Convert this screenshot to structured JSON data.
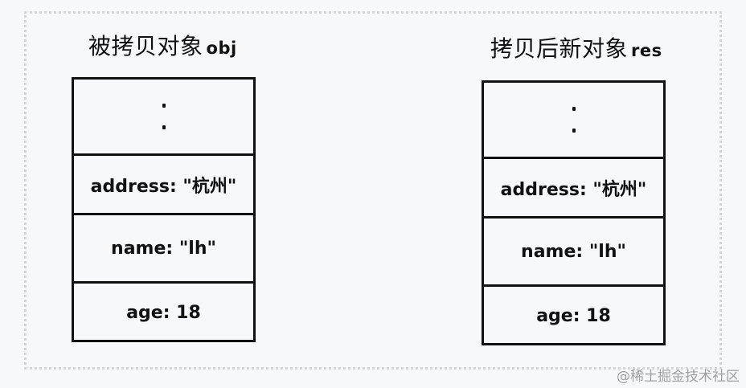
{
  "left": {
    "title": "被拷贝对象",
    "title_code": "obj",
    "rows": [
      "address: \"杭州\"",
      "name: \"lh\"",
      "age: 18"
    ]
  },
  "right": {
    "title": "拷贝后新对象",
    "title_code": "res",
    "rows": [
      "address: \"杭州\"",
      "name: \"lh\"",
      "age: 18"
    ]
  },
  "watermark": "@稀土掘金技术社区",
  "colors": {
    "background": "#f7f8fa",
    "line": "#111111",
    "frame_border": "#d6d6d6",
    "watermark": "#a0a0a0"
  }
}
